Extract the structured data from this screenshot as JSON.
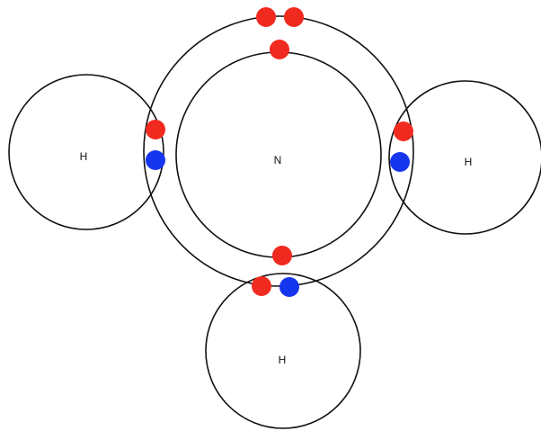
{
  "atoms": {
    "nitrogen": {
      "symbol": "N"
    },
    "hydrogen_left": {
      "symbol": "H"
    },
    "hydrogen_right": {
      "symbol": "H"
    },
    "hydrogen_bottom": {
      "symbol": "H"
    }
  },
  "colors": {
    "nitrogen_electron": "#f12a1f",
    "hydrogen_electron": "#1536ee",
    "shell_stroke": "#111111",
    "background": "#ffffff"
  }
}
